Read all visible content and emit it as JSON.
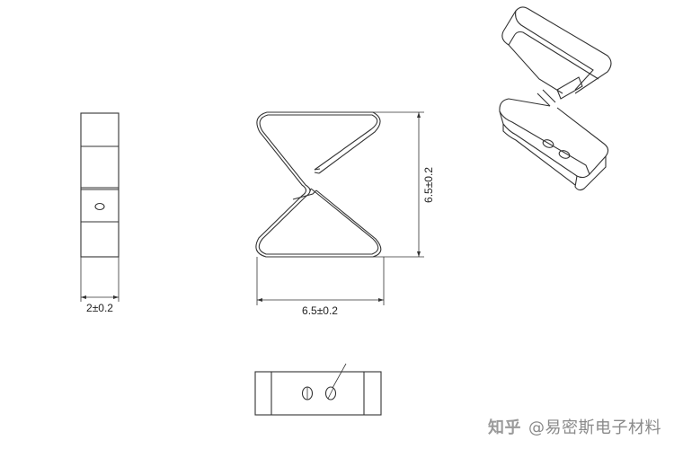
{
  "dimensions": {
    "side_width": "2±0.2",
    "front_width": "6.5±0.2",
    "front_height": "6.5±0.2"
  },
  "watermark": {
    "platform": "知乎",
    "author": "@易密斯电子材料"
  }
}
